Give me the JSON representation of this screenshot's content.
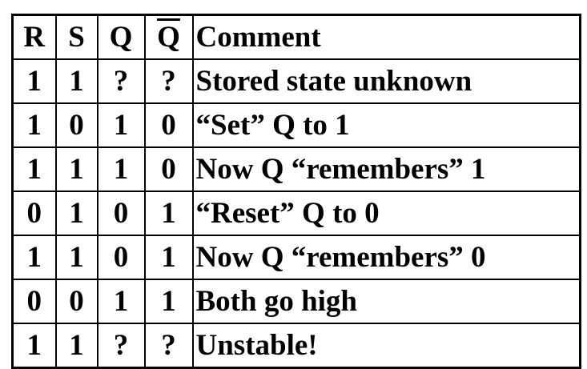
{
  "headers": {
    "r": "R",
    "s": "S",
    "q": "Q",
    "q_bar": "Q",
    "comment": "Comment"
  },
  "rows": [
    {
      "r": "1",
      "s": "1",
      "q": "?",
      "q_bar": "?",
      "comment": "Stored state unknown"
    },
    {
      "r": "1",
      "s": "0",
      "q": "1",
      "q_bar": "0",
      "comment": "“Set” Q to 1"
    },
    {
      "r": "1",
      "s": "1",
      "q": "1",
      "q_bar": "0",
      "comment": "Now Q “remembers” 1"
    },
    {
      "r": "0",
      "s": "1",
      "q": "0",
      "q_bar": "1",
      "comment": "“Reset” Q to 0"
    },
    {
      "r": "1",
      "s": "1",
      "q": "0",
      "q_bar": "1",
      "comment": "Now Q “remembers” 0"
    },
    {
      "r": "0",
      "s": "0",
      "q": "1",
      "q_bar": "1",
      "comment": "Both go high"
    },
    {
      "r": "1",
      "s": "1",
      "q": "?",
      "q_bar": "?",
      "comment": "Unstable!"
    }
  ]
}
